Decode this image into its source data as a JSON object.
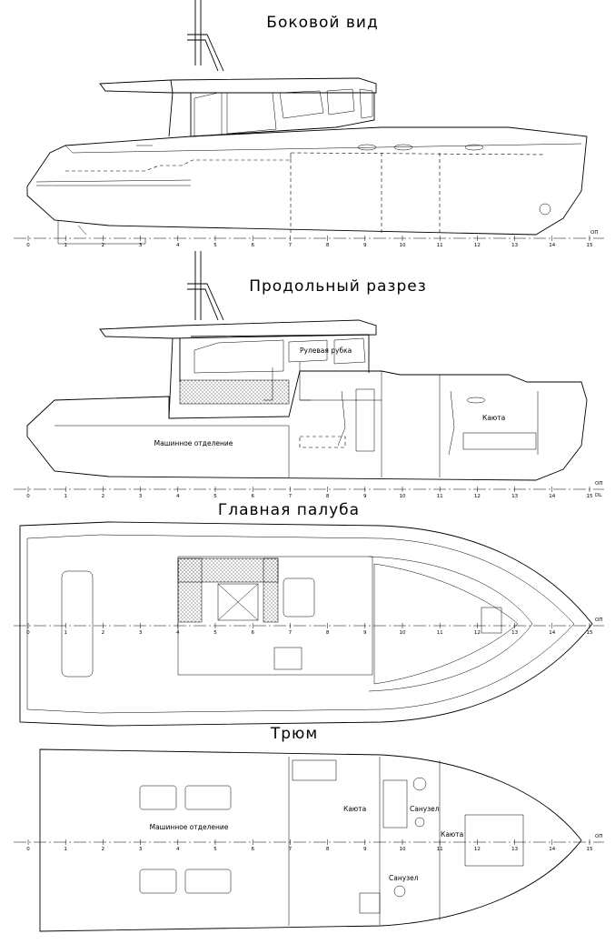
{
  "views": {
    "side": {
      "title": "Боковой вид",
      "baseline": "ОП"
    },
    "profile": {
      "title": "Продольный разрез",
      "baseline": "ОП",
      "baseline2": "DL",
      "labels": {
        "engine_room": "Машинное отделение",
        "wheelhouse": "Рулевая рубка",
        "cabin": "Каюта"
      }
    },
    "main_deck": {
      "title": "Главная палуба",
      "baseline": "ОП"
    },
    "hold": {
      "title": "Трюм",
      "baseline": "ОП",
      "labels": {
        "engine_room": "Машинное отделение",
        "cabin_mid": "Каюта",
        "cabin_fwd": "Каюта",
        "wc_top": "Санузел",
        "wc_bottom": "Санузел"
      }
    }
  },
  "frame_numbers": [
    "0",
    "1",
    "2",
    "3",
    "4",
    "5",
    "6",
    "7",
    "8",
    "9",
    "10",
    "11",
    "12",
    "13",
    "14",
    "15"
  ]
}
